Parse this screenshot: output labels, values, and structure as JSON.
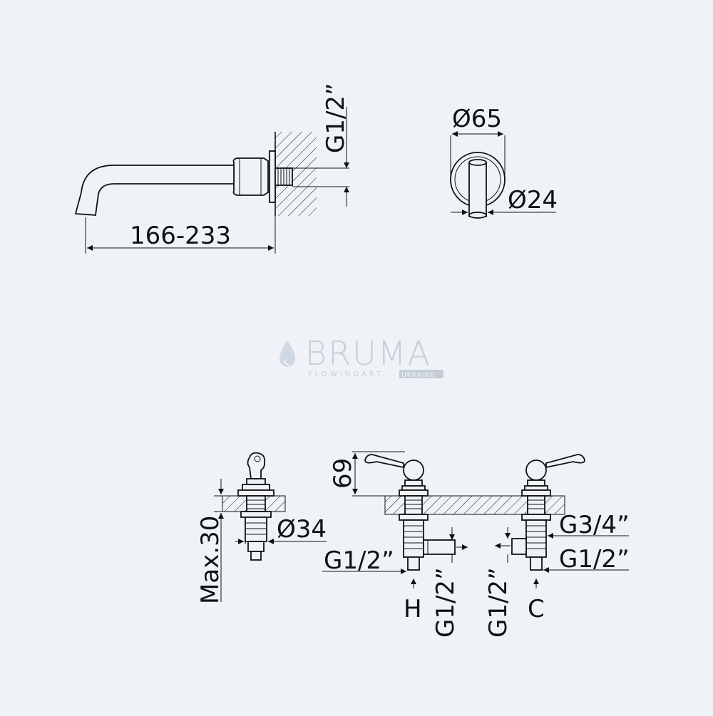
{
  "logo": {
    "brand": "BRUMA",
    "subline": "FLOWINGART",
    "tag": "UKRAINE"
  },
  "spout_view": {
    "length_dim": "166-233",
    "thread_dim": "G1/2”"
  },
  "front_view": {
    "flange_dim": "Ø65",
    "outlet_dim": "Ø24"
  },
  "side_view": {
    "body_dim": "Ø34",
    "max_dim": "Max.30"
  },
  "basin_view": {
    "height_dim": "69",
    "hot_inlet_thread": "G1/2”",
    "hot_outlet_thread": "G1/2”",
    "cold_outlet_thread": "G1/2”",
    "cold_top_thread": "G3/4”",
    "cold_inlet_thread": "G1/2”",
    "hot_label": "H",
    "cold_label": "C"
  }
}
